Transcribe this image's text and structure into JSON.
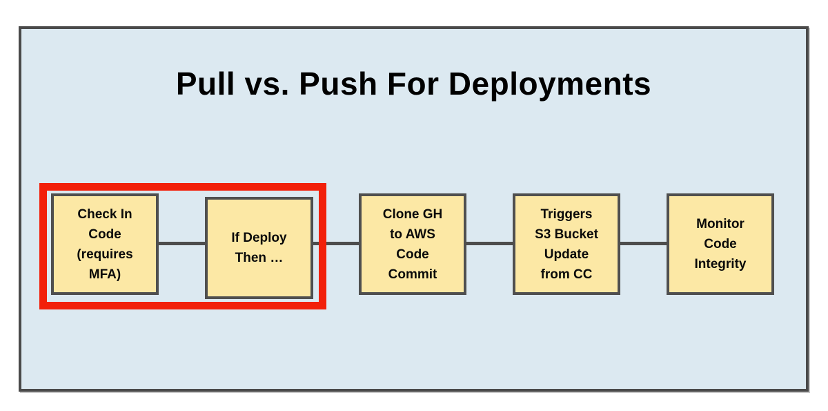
{
  "title": "Pull vs. Push For Deployments",
  "flow": {
    "boxes": [
      {
        "label": "Check In\nCode\n(requires\nMFA)",
        "highlighted": true
      },
      {
        "label": "If Deploy\nThen …",
        "highlighted": true
      },
      {
        "label": "Clone GH\nto AWS\nCode\nCommit",
        "highlighted": false
      },
      {
        "label": "Triggers\nS3 Bucket\nUpdate\nfrom CC",
        "highlighted": false
      },
      {
        "label": "Monitor\nCode\nIntegrity",
        "highlighted": false
      }
    ]
  },
  "colors": {
    "slide_background": "#dce9f1",
    "frame_border": "#4a4a4a",
    "box_fill": "#fce8a5",
    "box_border": "#4f4f4f",
    "connector_line": "#4d4d4d",
    "highlight_outline": "#f2200a",
    "title_text": "#000000",
    "box_text": "#0a0a0a"
  }
}
